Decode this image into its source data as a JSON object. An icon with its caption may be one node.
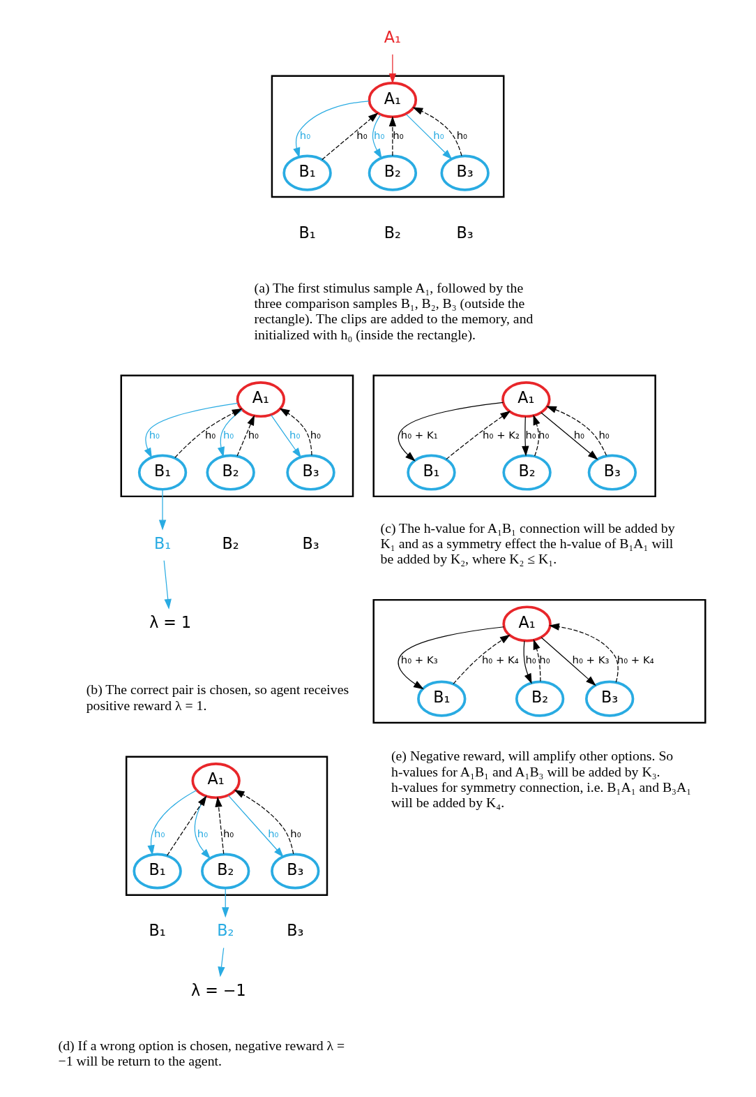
{
  "diagram": {
    "nodes": [
      {
        "text": [],
        "shape": "box"
      },
      {
        "text": [
          "A₁"
        ]
      },
      {
        "text": [
          "A₁"
        ],
        "in": 0
      },
      {
        "text": [
          "B₁"
        ],
        "in": 0
      },
      {
        "text": [
          "B₂"
        ],
        "in": 0
      },
      {
        "text": [
          "B₃"
        ],
        "in": 0
      },
      {
        "text": [],
        "shape": "box"
      },
      {
        "text": [
          "A₁"
        ],
        "in": 6
      },
      {
        "text": [
          "B₁"
        ],
        "in": 6
      },
      {
        "text": [
          "B₂"
        ],
        "in": 6
      },
      {
        "text": [
          "B₃"
        ],
        "in": 6
      },
      {
        "text": [
          "B₁"
        ]
      },
      {
        "text": [
          "λ = 1"
        ]
      },
      {
        "text": [],
        "shape": "box"
      },
      {
        "text": [
          "A₁"
        ],
        "in": 13
      },
      {
        "text": [
          "B₁"
        ],
        "in": 13
      },
      {
        "text": [
          "B₂"
        ],
        "in": 13
      },
      {
        "text": [
          "B₃"
        ],
        "in": 13
      },
      {
        "text": [],
        "shape": "box"
      },
      {
        "text": [
          "A₁"
        ],
        "in": 18
      },
      {
        "text": [
          "B₁"
        ],
        "in": 18
      },
      {
        "text": [
          "B₂"
        ],
        "in": 18
      },
      {
        "text": [
          "B₃"
        ],
        "in": 18
      },
      {
        "text": [
          "B₂"
        ]
      },
      {
        "text": [
          "λ = −1"
        ]
      },
      {
        "text": [],
        "shape": "box"
      },
      {
        "text": [
          "A₁"
        ],
        "in": 25
      },
      {
        "text": [
          "B₁"
        ],
        "in": 25
      },
      {
        "text": [
          "B₂"
        ],
        "in": 25
      },
      {
        "text": [
          "B₃"
        ],
        "in": 25
      }
    ],
    "edges": [
      {
        "from": 1,
        "to": 2,
        "arrow": "to",
        "color": "#e8262a"
      },
      {
        "from": 2,
        "to": 3,
        "arrow": "to",
        "label": "h₀",
        "color": "#29abe2"
      },
      {
        "from": 2,
        "to": 4,
        "arrow": "to",
        "label": "h₀",
        "color": "#29abe2"
      },
      {
        "from": 2,
        "to": 5,
        "arrow": "to",
        "label": "h₀",
        "color": "#29abe2"
      },
      {
        "from": 3,
        "to": 2,
        "arrow": "to",
        "label": "h₀",
        "style": "dashed"
      },
      {
        "from": 4,
        "to": 2,
        "arrow": "to",
        "label": "h₀",
        "style": "dashed"
      },
      {
        "from": 5,
        "to": 2,
        "arrow": "to",
        "label": "h₀",
        "style": "dashed"
      },
      {
        "from": 7,
        "to": 8,
        "arrow": "to",
        "label": "h₀",
        "color": "#29abe2"
      },
      {
        "from": 7,
        "to": 9,
        "arrow": "to",
        "label": "h₀",
        "color": "#29abe2"
      },
      {
        "from": 7,
        "to": 10,
        "arrow": "to",
        "label": "h₀",
        "color": "#29abe2"
      },
      {
        "from": 8,
        "to": 7,
        "arrow": "to",
        "label": "h₀",
        "style": "dashed"
      },
      {
        "from": 9,
        "to": 7,
        "arrow": "to",
        "label": "h₀",
        "style": "dashed"
      },
      {
        "from": 10,
        "to": 7,
        "arrow": "to",
        "label": "h₀",
        "style": "dashed"
      },
      {
        "from": 8,
        "to": 11,
        "arrow": "to",
        "color": "#29abe2"
      },
      {
        "from": 11,
        "to": 12,
        "arrow": "to",
        "color": "#29abe2"
      },
      {
        "from": 14,
        "to": 15,
        "arrow": "to",
        "label": "h₀ + K₁"
      },
      {
        "from": 14,
        "to": 16,
        "arrow": "to",
        "label": "h₀"
      },
      {
        "from": 14,
        "to": 17,
        "arrow": "to",
        "label": "h₀"
      },
      {
        "from": 15,
        "to": 14,
        "arrow": "to",
        "label": "h₀ + K₂",
        "style": "dashed"
      },
      {
        "from": 16,
        "to": 14,
        "arrow": "to",
        "label": "h₀",
        "style": "dashed"
      },
      {
        "from": 17,
        "to": 14,
        "arrow": "to",
        "label": "h₀",
        "style": "dashed"
      },
      {
        "from": 19,
        "to": 20,
        "arrow": "to",
        "label": "h₀",
        "color": "#29abe2"
      },
      {
        "from": 19,
        "to": 21,
        "arrow": "to",
        "label": "h₀",
        "color": "#29abe2"
      },
      {
        "from": 19,
        "to": 22,
        "arrow": "to",
        "label": "h₀",
        "color": "#29abe2"
      },
      {
        "from": 20,
        "to": 19,
        "arrow": "to",
        "style": "dashed"
      },
      {
        "from": 21,
        "to": 19,
        "arrow": "to",
        "label": "h₀",
        "style": "dashed"
      },
      {
        "from": 22,
        "to": 19,
        "arrow": "to",
        "label": "h₀",
        "style": "dashed"
      },
      {
        "from": 21,
        "to": 23,
        "arrow": "to",
        "color": "#29abe2"
      },
      {
        "from": 23,
        "to": 24,
        "arrow": "to",
        "color": "#29abe2"
      },
      {
        "from": 26,
        "to": 27,
        "arrow": "to",
        "label": "h₀ + K₃"
      },
      {
        "from": 26,
        "to": 28,
        "arrow": "to",
        "label": "h₀"
      },
      {
        "from": 26,
        "to": 29,
        "arrow": "to",
        "label": "h₀ + K₃"
      },
      {
        "from": 27,
        "to": 26,
        "arrow": "to",
        "label": "h₀ + K₄",
        "style": "dashed"
      },
      {
        "from": 28,
        "to": 26,
        "arrow": "to",
        "label": "h₀",
        "style": "dashed"
      },
      {
        "from": 29,
        "to": 26,
        "arrow": "to",
        "label": "h₀ + K₄",
        "style": "dashed"
      }
    ],
    "labels": [
      "B₁",
      "B₂",
      "B₃",
      "(a) The first stimulus sample A₁, followed by the three comparison samples B₁, B₂, B₃ (outside the rectangle). The clips are added to the memory, and initialized with h₀ (inside the rectangle).",
      "B₂",
      "B₃",
      "(b) The correct pair is chosen, so agent receives positive reward λ = 1.",
      "(c) The h-value for A₁B₁ connection will be added by K₁ and as a symmetry effect the h-value of B₁A₁ will be added by K₂, where K₂ ≤ K₁.",
      "B₁",
      "B₃",
      "(d) If a wrong option is chosen, negative reward λ = −1 will be return to the agent.",
      "(e) Negative reward, will amplify other options. So h-values for A₁B₁ and A₁B₃ will be added by K₃. h-values for symmetry connection, i.e. B₁A₁ and B₃A₁ will be added by K₄."
    ]
  }
}
